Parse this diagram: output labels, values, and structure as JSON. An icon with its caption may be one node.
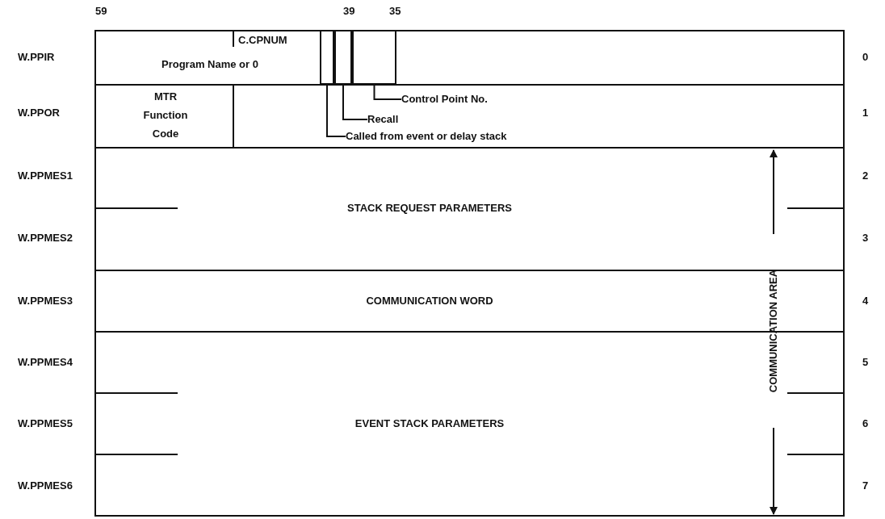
{
  "diagram": {
    "nodes": [
      {
        "text": [
          "Program Name or 0"
        ]
      },
      {
        "text": [],
        "shape": "box"
      },
      {
        "text": [],
        "shape": "box"
      },
      {
        "text": [],
        "shape": "box"
      },
      {
        "text": [
          "MTR Function Code"
        ]
      },
      {
        "text": [
          "Control Point No."
        ]
      },
      {
        "text": [
          "Recall"
        ]
      },
      {
        "text": [
          "Called from event or delay stack"
        ]
      },
      {
        "text": [
          "STACK REQUEST PARAMETERS"
        ]
      },
      {
        "text": [
          "COMMUNICATION WORD"
        ]
      },
      {
        "text": [
          "EVENT STACK PARAMETERS"
        ]
      }
    ],
    "edges": [
      {
        "from": 5,
        "to": 3,
        "arrow": "none"
      },
      {
        "from": 6,
        "to": 2,
        "arrow": "none"
      },
      {
        "from": 7,
        "to": 1,
        "arrow": "none"
      }
    ],
    "labels": [
      "59",
      "39",
      "35",
      "W.PPIR",
      "C.CPNUM",
      "0",
      "W.PPOR",
      "1",
      "W.PPMES1",
      "2",
      "W.PPMES2",
      "3",
      "W.PPMES3",
      "4",
      "W.PPMES4",
      "5",
      "W.PPMES5",
      "6",
      "W.PPMES6",
      "7",
      "COMMUNICATION AREA"
    ]
  }
}
